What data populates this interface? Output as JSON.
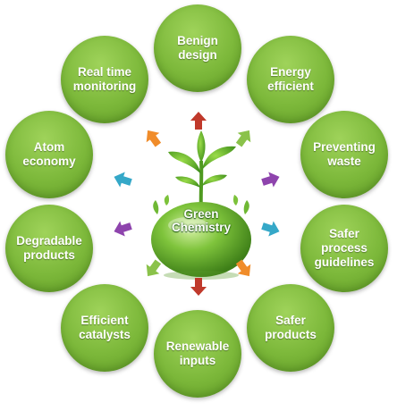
{
  "center": {
    "label": "Green\nChemistry"
  },
  "nodes": [
    {
      "label": "Benign\ndesign"
    },
    {
      "label": "Energy\nefficient"
    },
    {
      "label": "Preventing\nwaste"
    },
    {
      "label": "Safer\nprocess\nguidelines"
    },
    {
      "label": "Safer\nproducts"
    },
    {
      "label": "Renewable\ninputs"
    },
    {
      "label": "Efficient\ncatalysts"
    },
    {
      "label": "Degradable\nproducts"
    },
    {
      "label": "Atom\neconomy"
    },
    {
      "label": "Real time\nmonitoring"
    }
  ],
  "colors": {
    "arrow_red": "#c0392b",
    "arrow_green": "#8ac24a",
    "arrow_purple": "#8e44ad",
    "arrow_blue": "#35a8c8",
    "arrow_orange": "#f08c2a"
  }
}
